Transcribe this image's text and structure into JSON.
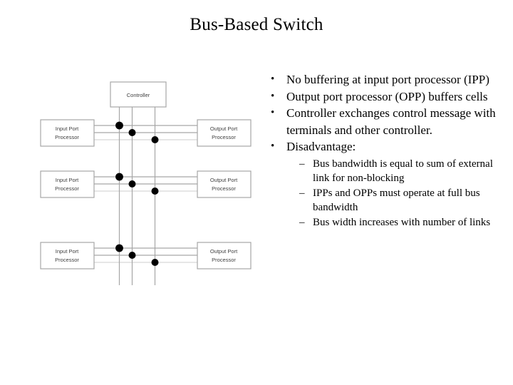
{
  "slide": {
    "title": "Bus-Based Switch",
    "background_color": "#ffffff",
    "text_color": "#000000"
  },
  "diagram": {
    "name": "bus-based-switch-diagram",
    "line_color": "#a6a6a6",
    "box_border_color": "#a6a6a6",
    "box_fill_color": "#ffffff",
    "dot_color": "#000000",
    "label_color": "#3f3f3f",
    "controller": {
      "label": "Controller"
    },
    "input_ports": [
      {
        "line1": "Input Port",
        "line2": "Processor"
      },
      {
        "line1": "Input Port",
        "line2": "Processor"
      },
      {
        "line1": "Input Port",
        "line2": "Processor"
      }
    ],
    "output_ports": [
      {
        "line1": "Output Port",
        "line2": "Processor"
      },
      {
        "line1": "Output Port",
        "line2": "Processor"
      },
      {
        "line1": "Output Port",
        "line2": "Processor"
      }
    ],
    "bus_count": 3,
    "tap_dots_per_row": 3
  },
  "bullets": {
    "level1": [
      {
        "marker": "•",
        "text": "No buffering at input port processor (IPP)"
      },
      {
        "marker": "•",
        "text": "Output port processor (OPP) buffers cells"
      },
      {
        "marker": "•",
        "text": "Controller exchanges control message with terminals and other controller."
      },
      {
        "marker": "•",
        "text": "Disadvantage:"
      }
    ],
    "level2": [
      {
        "marker": "–",
        "text": "Bus bandwidth is equal to sum of external link for non-blocking"
      },
      {
        "marker": "–",
        "text": "IPPs and OPPs must operate at full bus bandwidth"
      },
      {
        "marker": "–",
        "text": "Bus width increases with number of links"
      }
    ]
  }
}
